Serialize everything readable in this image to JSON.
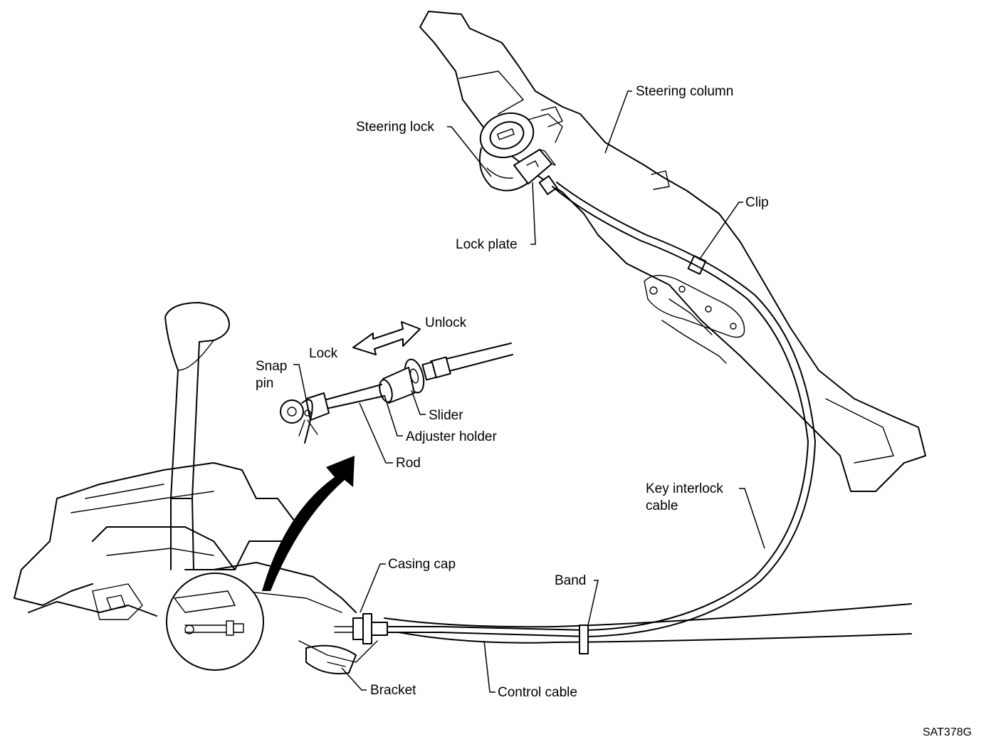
{
  "labels": {
    "steering_column": "Steering column",
    "steering_lock": "Steering lock",
    "clip": "Clip",
    "lock_plate": "Lock plate",
    "unlock": "Unlock",
    "lock": "Lock",
    "snap_pin": "Snap\npin",
    "slider": "Slider",
    "adjuster_holder": "Adjuster holder",
    "rod": "Rod",
    "key_interlock_cable": "Key interlock\ncable",
    "casing_cap": "Casing cap",
    "band": "Band",
    "bracket": "Bracket",
    "control_cable": "Control cable"
  },
  "figure_code": "SAT378G"
}
